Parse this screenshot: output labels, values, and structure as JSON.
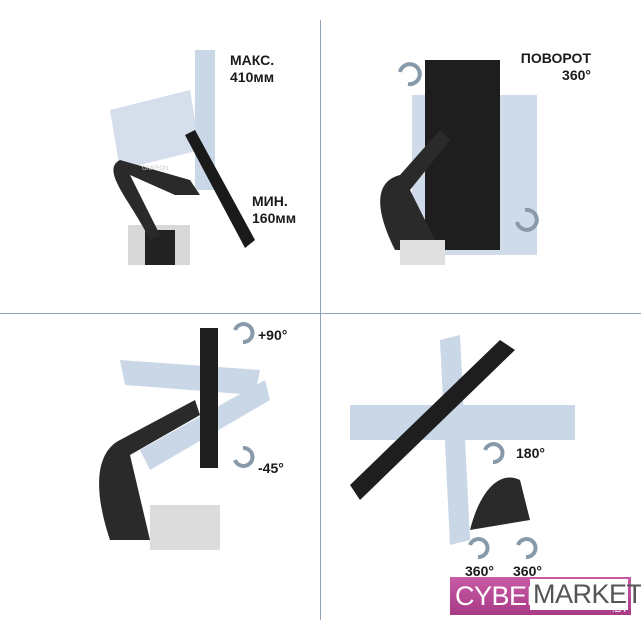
{
  "panels": {
    "height": {
      "max_label": "МАКС.",
      "max_value": "410мм",
      "min_label": "МИН.",
      "min_value": "160мм"
    },
    "rotation": {
      "label": "ПОВОРОТ",
      "value": "360°"
    },
    "tilt": {
      "up": "+90°",
      "down": "-45°"
    },
    "swivel": {
      "value": "180°",
      "left": "360°",
      "right": "360°"
    }
  },
  "product_brand": "ONKRON",
  "store_logo": {
    "part1": "CYBER",
    "part2": "MARKET",
    "suffix": ".BY"
  },
  "colors": {
    "divider": "#8fa3b8",
    "logo_pink": "#b84696",
    "arm": "#2a2a2a",
    "ghost": "#b9cbe0",
    "arrow": "#8899aa"
  }
}
